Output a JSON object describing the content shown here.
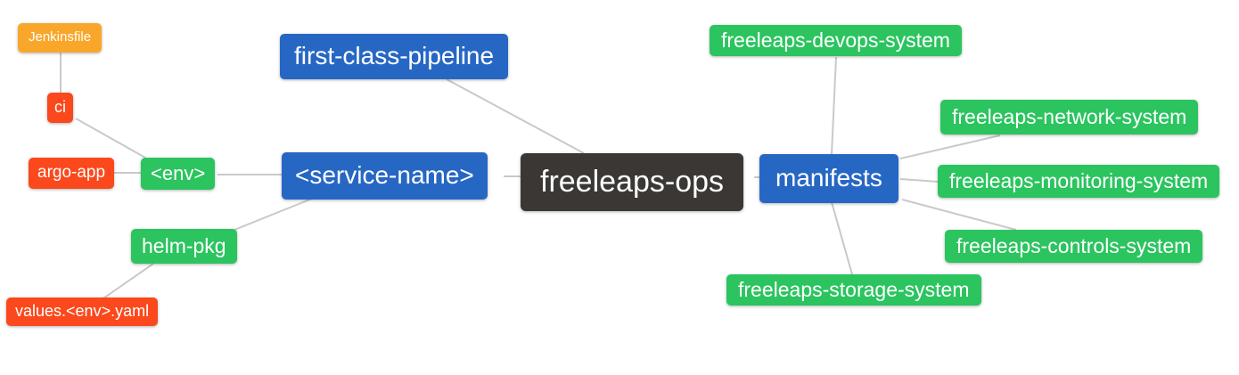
{
  "diagram": {
    "type": "mindmap",
    "root_label": "freeleaps-ops"
  },
  "colors": {
    "blue": "#2767c4",
    "green": "#2bc45f",
    "orange": "#f9a72b",
    "red": "#fb481c",
    "dark": "#3b3734",
    "edge": "#c9c9c9",
    "node_text": "#ffffff",
    "background": "#ffffff"
  },
  "nodes": {
    "jenkinsfile": {
      "label": "Jenkinsfile"
    },
    "ci": {
      "label": "ci"
    },
    "argo_app": {
      "label": "argo-app"
    },
    "env": {
      "label": "<env>"
    },
    "helm_pkg": {
      "label": "helm-pkg"
    },
    "values_env_yaml": {
      "label": "values.<env>.yaml"
    },
    "first_class_pipeline": {
      "label": "first-class-pipeline"
    },
    "service_name": {
      "label": "<service-name>"
    },
    "freeleaps_ops": {
      "label": "freeleaps-ops"
    },
    "manifests": {
      "label": "manifests"
    },
    "devops_system": {
      "label": "freeleaps-devops-system"
    },
    "network_system": {
      "label": "freeleaps-network-system"
    },
    "monitoring_system": {
      "label": "freeleaps-monitoring-system"
    },
    "controls_system": {
      "label": "freeleaps-controls-system"
    },
    "storage_system": {
      "label": "freeleaps-storage-system"
    }
  },
  "edges": [
    {
      "from": "jenkinsfile",
      "to": "ci"
    },
    {
      "from": "ci",
      "to": "env"
    },
    {
      "from": "argo_app",
      "to": "env"
    },
    {
      "from": "env",
      "to": "service_name"
    },
    {
      "from": "helm_pkg",
      "to": "service_name"
    },
    {
      "from": "values_env_yaml",
      "to": "helm_pkg"
    },
    {
      "from": "first_class_pipeline",
      "to": "freeleaps_ops"
    },
    {
      "from": "service_name",
      "to": "freeleaps_ops"
    },
    {
      "from": "freeleaps_ops",
      "to": "manifests"
    },
    {
      "from": "manifests",
      "to": "devops_system"
    },
    {
      "from": "manifests",
      "to": "network_system"
    },
    {
      "from": "manifests",
      "to": "monitoring_system"
    },
    {
      "from": "manifests",
      "to": "controls_system"
    },
    {
      "from": "manifests",
      "to": "storage_system"
    }
  ]
}
